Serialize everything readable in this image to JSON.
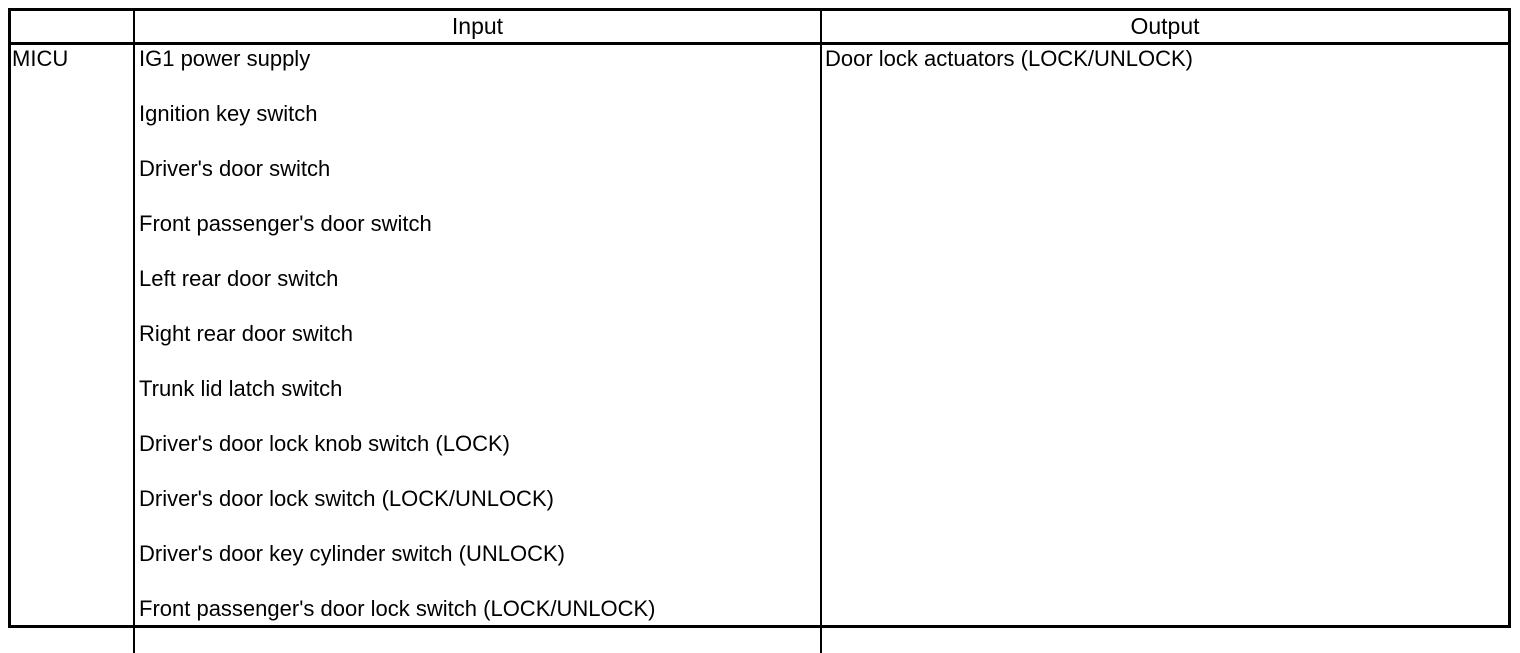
{
  "table": {
    "header": {
      "unit": "",
      "input": "Input",
      "output": "Output"
    },
    "rows": [
      {
        "unit": "MICU",
        "inputs": [
          "IG1 power supply",
          "Ignition key switch",
          "Driver's door switch",
          "Front passenger's door switch",
          "Left rear door switch",
          "Right rear door switch",
          "Trunk lid latch switch",
          "Driver's door lock knob switch (LOCK)",
          "Driver's door lock switch (LOCK/UNLOCK)",
          "Driver's door key cylinder switch (UNLOCK)",
          "Front passenger's door lock switch (LOCK/UNLOCK)"
        ],
        "outputs": [
          "Door lock actuators (LOCK/UNLOCK)"
        ]
      }
    ]
  },
  "colors": {
    "border": "#000000",
    "background": "#ffffff",
    "text": "#000000"
  }
}
